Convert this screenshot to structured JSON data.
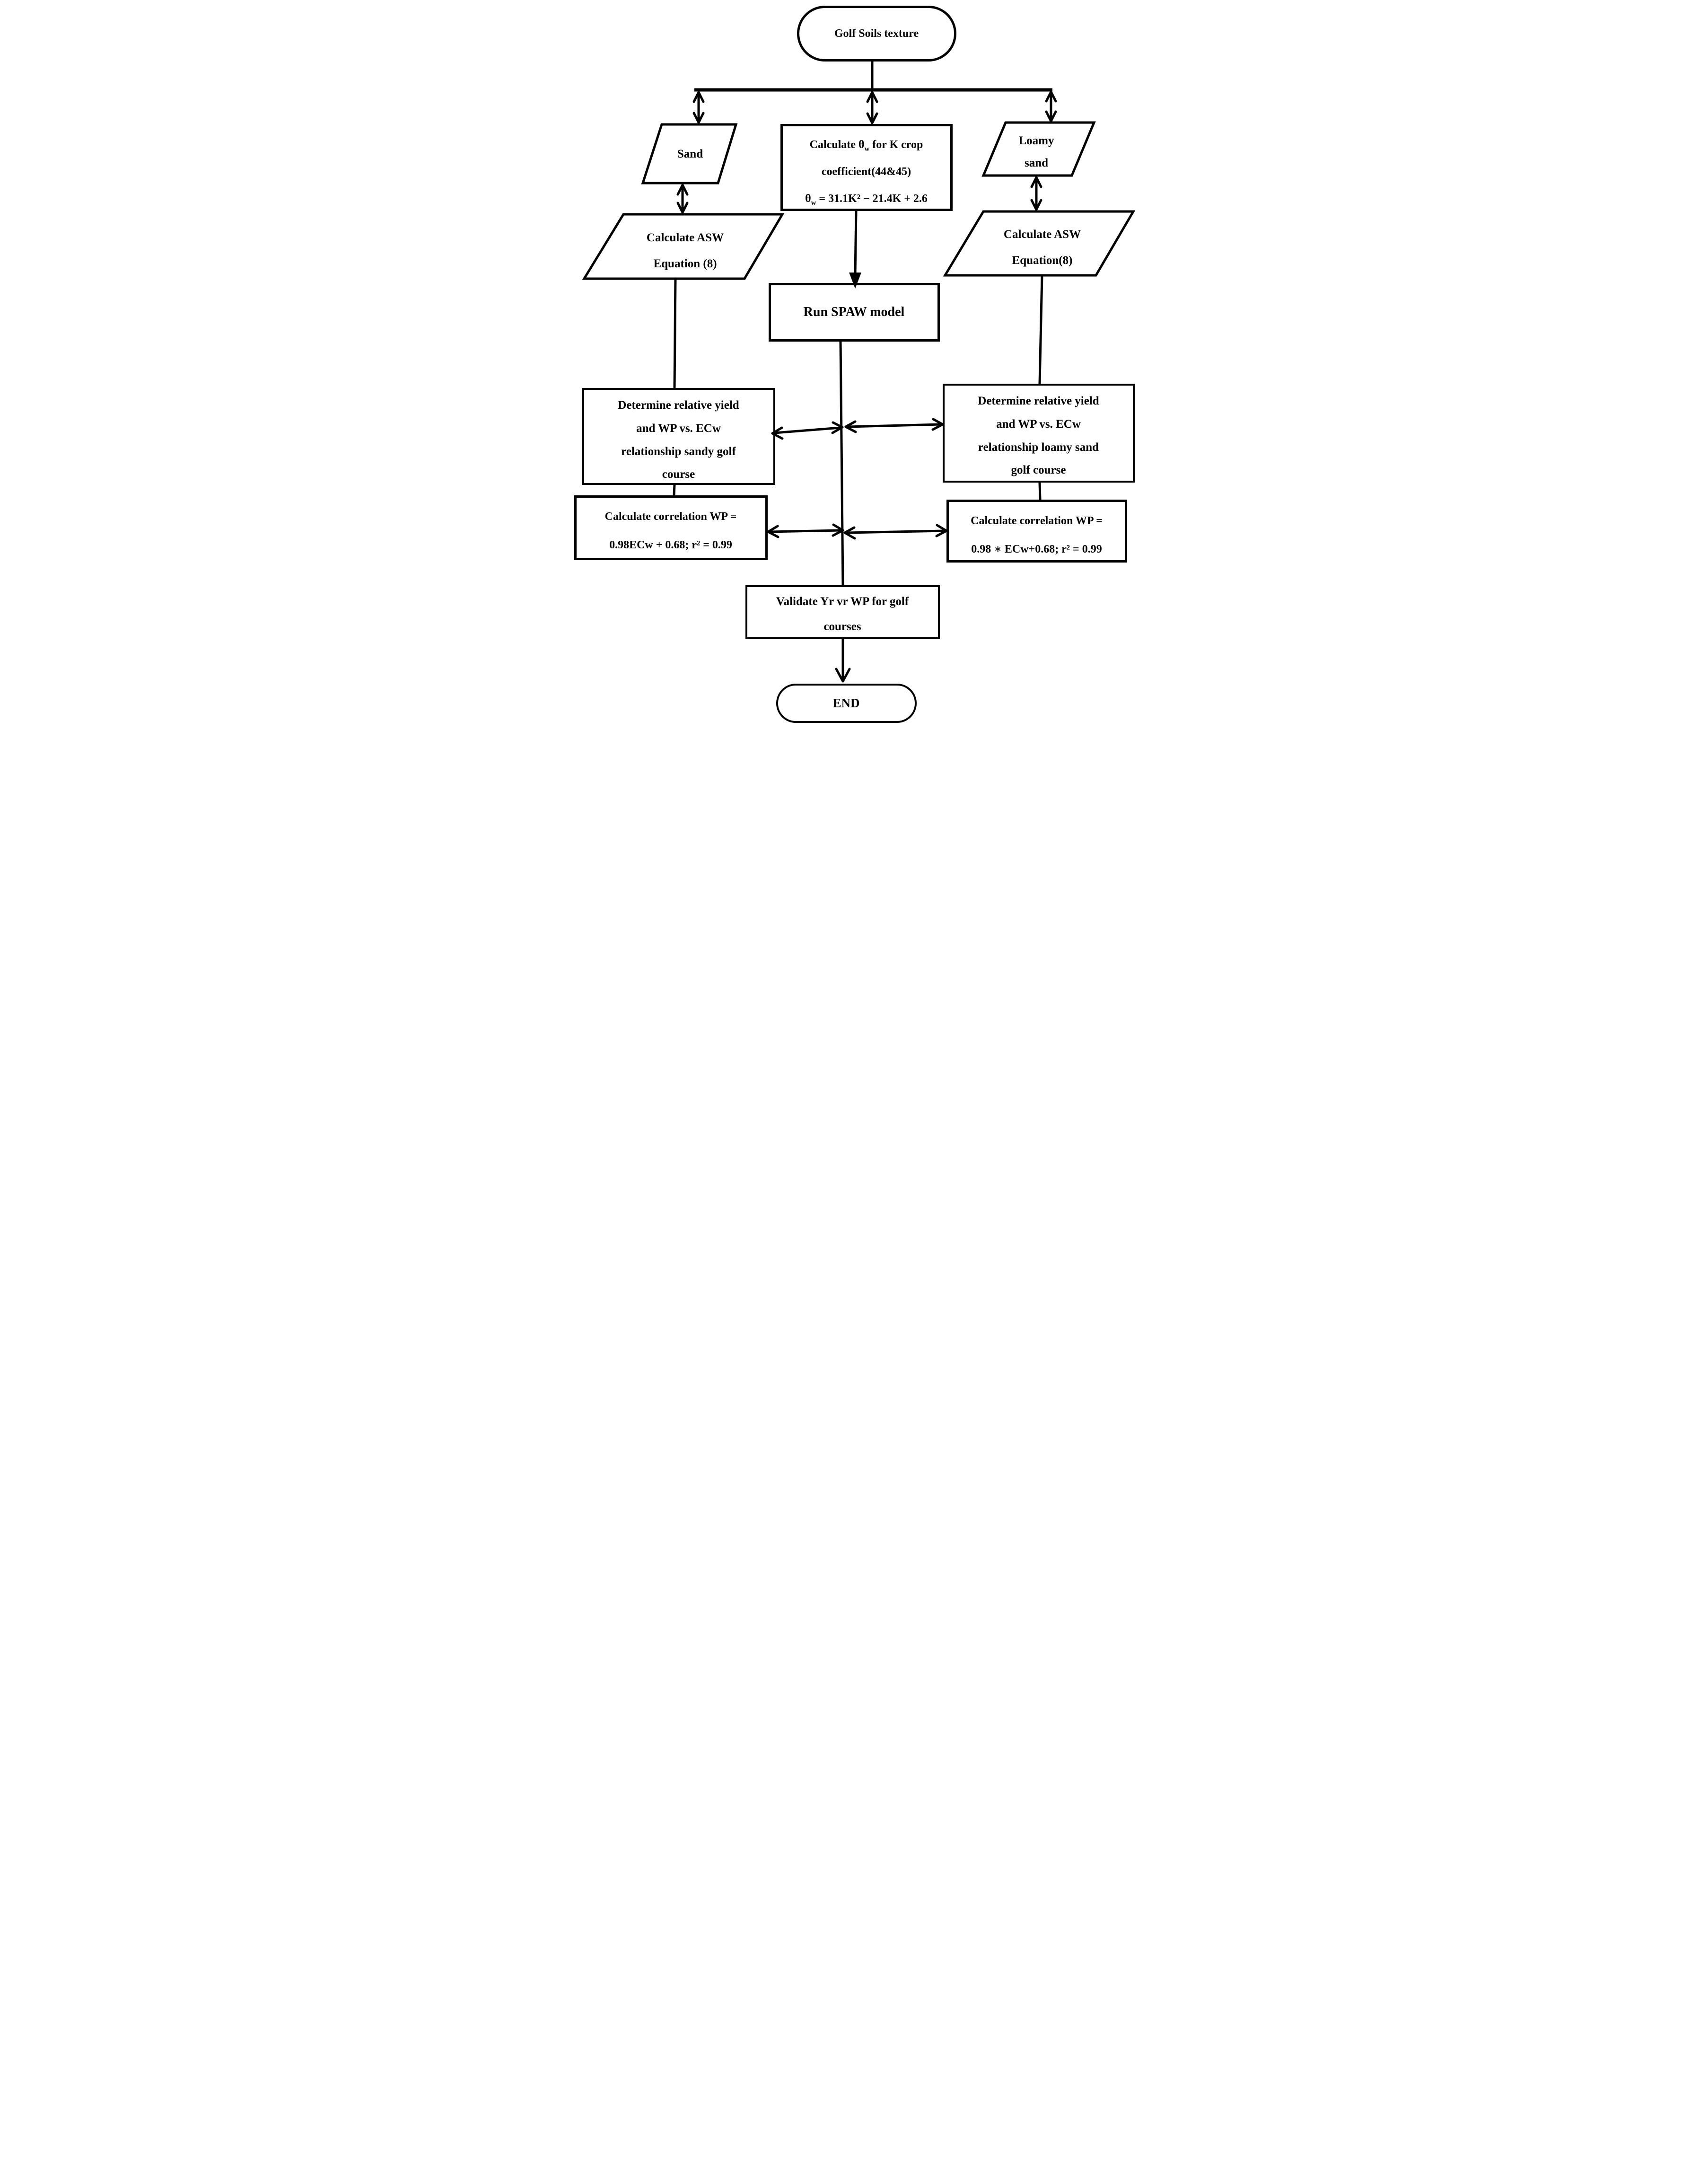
{
  "figure": {
    "background": "#ffffff",
    "stroke_color": "#000000"
  },
  "nodes": {
    "start": {
      "shape": "stadium",
      "label": "Golf Soils texture"
    },
    "sand": {
      "shape": "parallelogram",
      "label": "Sand"
    },
    "theta": {
      "shape": "rectangle",
      "line1_html": "Calculate θ<sub>w</sub> for K crop",
      "line2": "coefficient(44&45)",
      "line3_html": "θ<sub>w</sub> = 31.1K² − 21.4K + 2.6"
    },
    "loamy": {
      "shape": "parallelogram",
      "line1": "Loamy",
      "line2": "sand"
    },
    "asw_left": {
      "shape": "parallelogram",
      "line1": "Calculate ASW",
      "line2": "Equation (8)"
    },
    "asw_right": {
      "shape": "parallelogram",
      "line1": "Calculate ASW",
      "line2": "Equation(8)"
    },
    "run_spaw": {
      "shape": "rectangle",
      "label": "Run SPAW model"
    },
    "determine_left": {
      "shape": "rectangle",
      "line1": "Determine relative yield",
      "line2": "and WP vs. ECw",
      "line3": "relationship sandy golf",
      "line4": "course"
    },
    "determine_right": {
      "shape": "rectangle",
      "line1": "Determine relative yield",
      "line2": "and WP vs. ECw",
      "line3": "relationship loamy sand",
      "line4": "golf course"
    },
    "correlation_left": {
      "shape": "rectangle",
      "line1": "Calculate correlation WP =",
      "line2": "0.98ECw + 0.68; r² = 0.99"
    },
    "correlation_right": {
      "shape": "rectangle",
      "line1": "Calculate correlation WP =",
      "line2": "0.98 ∗ ECw+0.68; r² = 0.99"
    },
    "validate": {
      "shape": "rectangle",
      "line1": "Validate Yr vr WP for golf",
      "line2": "courses"
    },
    "end": {
      "shape": "stadium",
      "label": "END"
    }
  }
}
